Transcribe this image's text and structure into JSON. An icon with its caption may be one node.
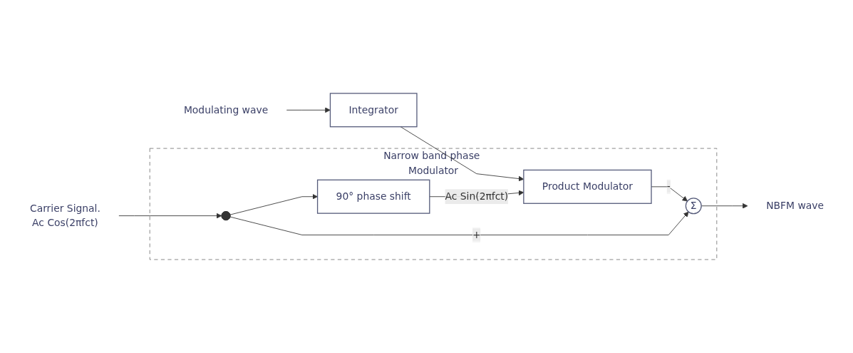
{
  "diagram": {
    "nodes": [
      {
        "text": [
          "Narrow band phase Modulator"
        ]
      },
      {
        "text": [
          "Modulating wave"
        ]
      },
      {
        "text": [
          "Integrator"
        ]
      },
      {
        "text": [
          "Product Modulator"
        ],
        "in": 0
      },
      {
        "text": [
          "Σ"
        ],
        "in": 0
      },
      {
        "text": [
          "90° phase shift"
        ],
        "in": 0
      },
      {
        "text": [],
        "shape": "circle",
        "in": 0
      },
      {
        "text": [
          "Carrier Signal.",
          "Ac Cos(2πfct)"
        ]
      },
      {
        "text": [
          "NBFM wave"
        ]
      }
    ],
    "edges": [
      {
        "from": 1,
        "to": 2,
        "arrow": "to"
      },
      {
        "from": 2,
        "to": 3,
        "arrow": "to"
      },
      {
        "from": 3,
        "to": 4,
        "arrow": "to",
        "label": "-"
      },
      {
        "from": 4,
        "to": 8,
        "arrow": "to"
      },
      {
        "from": 7,
        "to": 6,
        "arrow": "to"
      },
      {
        "from": 6,
        "to": 5,
        "arrow": "to"
      },
      {
        "from": 6,
        "to": 4,
        "arrow": "to",
        "label": "+"
      },
      {
        "from": 5,
        "to": 3,
        "arrow": "to",
        "label": "Ac Sin(2πfct)"
      }
    ]
  }
}
